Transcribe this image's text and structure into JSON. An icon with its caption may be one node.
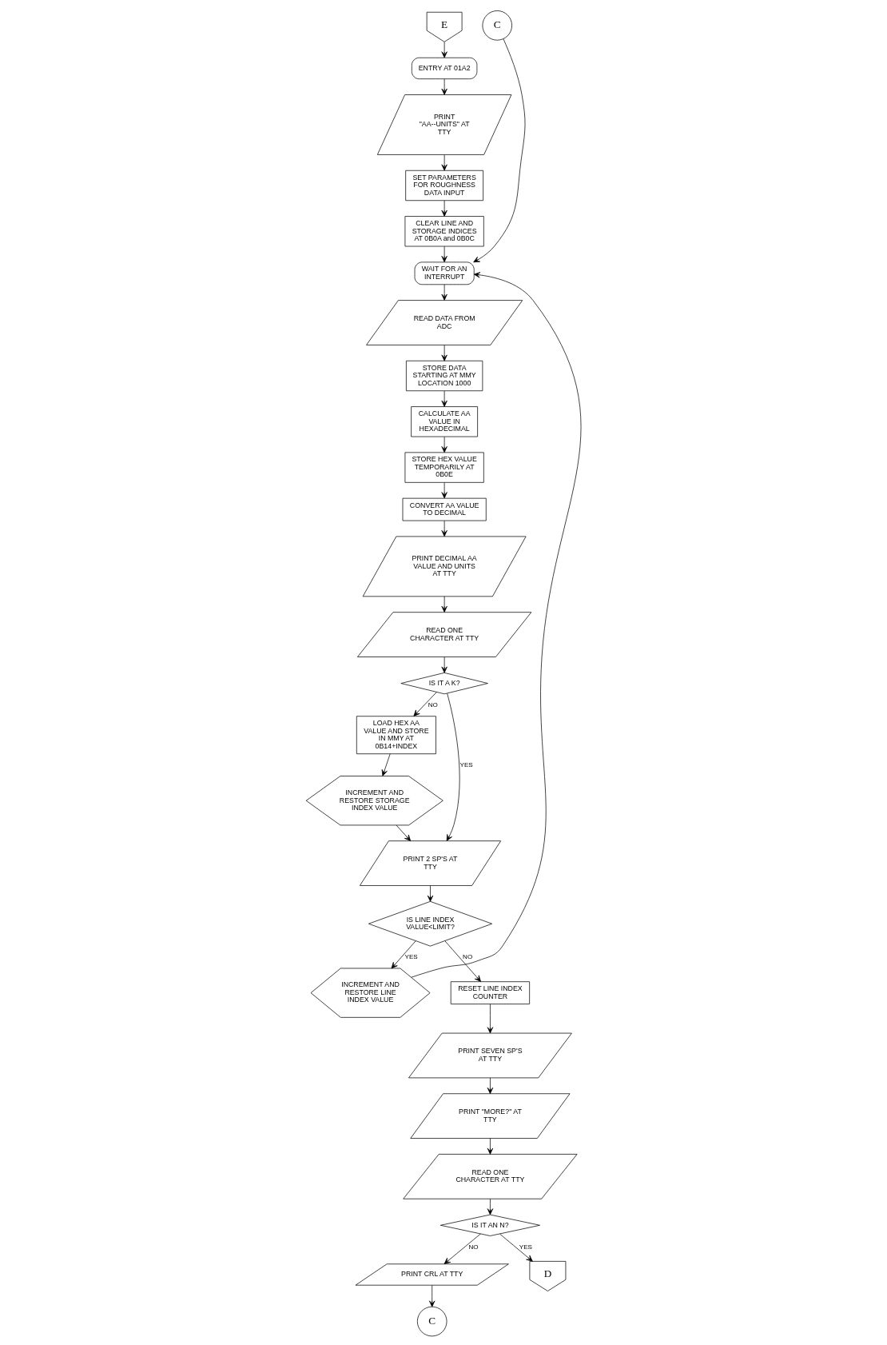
{
  "diagram": {
    "nodes": [
      {
        "text": [
          "E"
        ]
      },
      {
        "text": [
          "ENTRY AT 01A2"
        ]
      },
      {
        "text": [
          "PRINT \"AA--UNITS\" AT TTY"
        ]
      },
      {
        "text": [
          "SET PARAMETERS FOR ROUGHNESS DATA INPUT"
        ]
      },
      {
        "text": [
          "CLEAR LINE AND STORAGE INDICES AT 0B0A and 0B0C"
        ]
      },
      {
        "text": [
          "WAIT FOR AN INTERRUPT"
        ]
      },
      {
        "text": [
          "READ DATA FROM ADC"
        ]
      },
      {
        "text": [
          "STORE DATA STARTING AT MMY LOCATION 1000"
        ]
      },
      {
        "text": [
          "CALCULATE AA VALUE IN HEXADECIMAL"
        ]
      },
      {
        "text": [
          "STORE HEX VALUE TEMPORARILY AT 0B0E"
        ]
      },
      {
        "text": [
          "CONVERT AA VALUE TO DECIMAL"
        ]
      },
      {
        "text": [
          "PRINT DECIMAL AA VALUE AND UNITS AT TTY"
        ]
      },
      {
        "text": [
          "READ ONE CHARACTER AT TTY"
        ]
      },
      {
        "text": [
          "IS IT A K?"
        ]
      },
      {
        "text": [
          "LOAD HEX AA VALUE AND STORE IN MMY AT 0B14+INDEX"
        ]
      },
      {
        "text": [
          "INCREMENT AND RESTORE STORAGE INDEX VALUE"
        ]
      },
      {
        "text": [
          "PRINT 2 SP'S AT TTY"
        ]
      },
      {
        "text": [
          "IS LINE INDEX VALUE<LIMIT?"
        ]
      },
      {
        "text": [
          "INCREMENT AND RESTORE LINE INDEX VALUE"
        ]
      },
      {
        "text": [
          "C"
        ]
      },
      {
        "text": [
          "RESET LINE INDEX COUNTER"
        ]
      },
      {
        "text": [
          "PRINT SEVEN SP'S AT TTY"
        ]
      },
      {
        "text": [
          "PRINT \"MORE?\" AT TTY"
        ]
      },
      {
        "text": [
          "READ ONE CHARACTER AT TTY"
        ]
      },
      {
        "text": [
          "IS IT AN N?"
        ]
      },
      {
        "text": [
          "PRINT CRL AT TTY"
        ]
      },
      {
        "text": [
          "C"
        ]
      },
      {
        "text": [
          "D"
        ]
      }
    ],
    "edges": [
      {
        "from": 0,
        "to": 1,
        "arrow": "to"
      },
      {
        "from": 1,
        "to": 2,
        "arrow": "to"
      },
      {
        "from": 2,
        "to": 3,
        "arrow": "to"
      },
      {
        "from": 3,
        "to": 4,
        "arrow": "to"
      },
      {
        "from": 4,
        "to": 5,
        "arrow": "to"
      },
      {
        "from": 5,
        "to": 6,
        "arrow": "to"
      },
      {
        "from": 6,
        "to": 7,
        "arrow": "to"
      },
      {
        "from": 7,
        "to": 8,
        "arrow": "to"
      },
      {
        "from": 8,
        "to": 9,
        "arrow": "to"
      },
      {
        "from": 9,
        "to": 10,
        "arrow": "to"
      },
      {
        "from": 10,
        "to": 11,
        "arrow": "to"
      },
      {
        "from": 11,
        "to": 12,
        "arrow": "to"
      },
      {
        "from": 12,
        "to": 13,
        "arrow": "to"
      },
      {
        "from": 13,
        "to": 14,
        "arrow": "to",
        "label": "NO"
      },
      {
        "from": 13,
        "to": 16,
        "arrow": "to",
        "label": "YES"
      },
      {
        "from": 14,
        "to": 15,
        "arrow": "to"
      },
      {
        "from": 15,
        "to": 16,
        "arrow": "to"
      },
      {
        "from": 16,
        "to": 17,
        "arrow": "to"
      },
      {
        "from": 17,
        "to": 18,
        "arrow": "to",
        "label": "YES"
      },
      {
        "from": 18,
        "to": 5,
        "arrow": "to"
      },
      {
        "from": 19,
        "to": 5,
        "arrow": "to"
      },
      {
        "from": 17,
        "to": 20,
        "arrow": "to",
        "label": "NO"
      },
      {
        "from": 20,
        "to": 21,
        "arrow": "to"
      },
      {
        "from": 21,
        "to": 22,
        "arrow": "to"
      },
      {
        "from": 22,
        "to": 23,
        "arrow": "to"
      },
      {
        "from": 23,
        "to": 24,
        "arrow": "to"
      },
      {
        "from": 24,
        "to": 25,
        "arrow": "to",
        "label": "NO"
      },
      {
        "from": 24,
        "to": 27,
        "arrow": "to",
        "label": "YES"
      },
      {
        "from": 25,
        "to": 26,
        "arrow": "to"
      }
    ]
  }
}
